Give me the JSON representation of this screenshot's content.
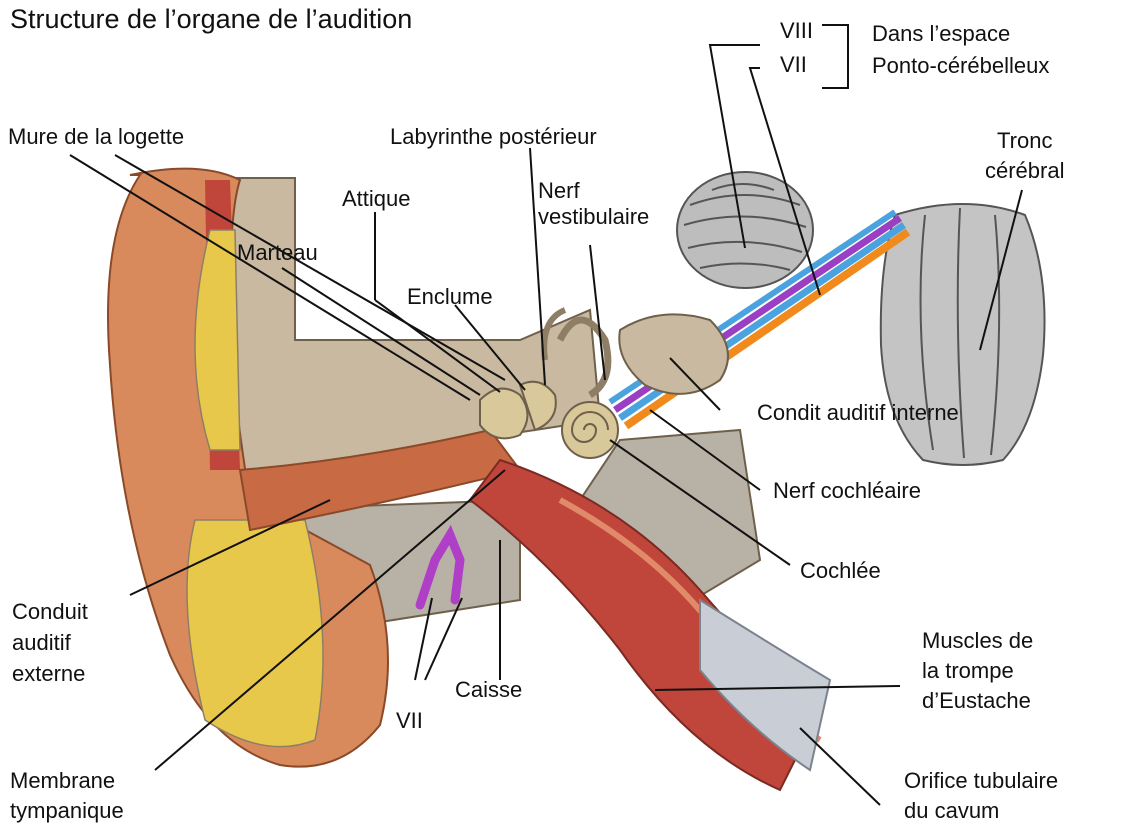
{
  "title": "Structure de l’organe de l’audition",
  "labels": {
    "mure_logette": "Mure de la logette",
    "labyrinthe_posterieur": "Labyrinthe postérieur",
    "attique": "Attique",
    "marteau": "Marteau",
    "enclume": "Enclume",
    "nerf_vestibulaire": [
      "Nerf",
      "vestibulaire"
    ],
    "viii": "VIII",
    "vii_top": "VII",
    "dans_espace": [
      "Dans l’espace",
      "Ponto-cérébelleux"
    ],
    "tronc_cerebral": [
      "Tronc",
      "cérébral"
    ],
    "condit_auditif_interne": "Condit auditif interne",
    "nerf_cochleaire": "Nerf cochléaire",
    "cochlee": "Cochlée",
    "conduit_auditif_externe": [
      "Conduit",
      "auditif",
      "externe"
    ],
    "caisse": "Caisse",
    "vii_bottom": "VII",
    "muscles_trompe": [
      "Muscles de",
      "la trompe",
      "d’Eustache"
    ],
    "membrane_tympanique": [
      "Membrane",
      "tympanique"
    ],
    "orifice_tubulaire": [
      "Orifice tubulaire",
      "du cavum"
    ]
  },
  "colors": {
    "skin": "#d98a5c",
    "skin_dark": "#b5633a",
    "muscle": "#c0453a",
    "fat": "#e8c84a",
    "bone": "#c9b9a0",
    "bone_dark": "#8f7e66",
    "brain": "#b8b8b8",
    "nerve_blue": "#4aa3df",
    "nerve_purple": "#9a3fc4",
    "nerve_orange": "#f08a1c",
    "cochlea": "#d8c89a",
    "facial_nerve": "#b03fc8",
    "tube_gray": "#c8cdd6",
    "leader_line": "#111111"
  }
}
